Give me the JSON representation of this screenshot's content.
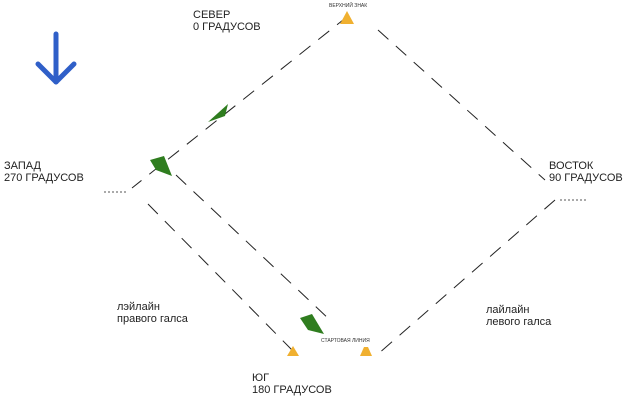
{
  "directions": {
    "north": {
      "name": "СЕВЕР",
      "degrees": "0 ГРАДУСОВ"
    },
    "east": {
      "name": "ВОСТОК",
      "degrees": "90 ГРАДУСОВ"
    },
    "south": {
      "name": "ЮГ",
      "degrees": "180 ГРАДУСОВ"
    },
    "west": {
      "name": "ЗАПАД",
      "degrees": "270 ГРАДУСОВ"
    }
  },
  "laylines": {
    "starboard": {
      "line1": "лэйлайн",
      "line2": "правого галса"
    },
    "port": {
      "line1": "лайлайн",
      "line2": "левого галса"
    }
  },
  "marks": {
    "top": "ВЕРХНИЙ ЗНАК",
    "bottom": "СТАРТОВАЯ ЛИНИЯ"
  },
  "wind_arrow": {
    "color": "#2f5fc8"
  },
  "colors": {
    "boat": "#2f7d1f",
    "mark": "#f0b030"
  }
}
